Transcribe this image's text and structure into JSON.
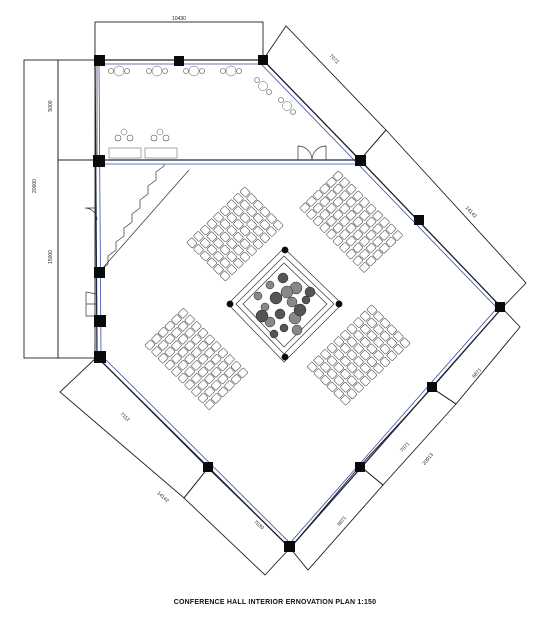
{
  "caption": "CONFERENCE HALL INTERIOR ERNOVATION PLAN 1:150",
  "dimensions": {
    "top_width": "10430",
    "left_total": "20000",
    "left_upper": "5000",
    "left_lower": "15000",
    "top_right_a": "7072",
    "top_right_b": "14142",
    "bottom_left_a": "7112",
    "bottom_left_b": "14142",
    "bottom_left_c": "7030",
    "bottom_right_a": "6871",
    "bottom_right_b": "7071",
    "bottom_right_c": "20913",
    "bottom_right_d": "6871"
  },
  "colors": {
    "wall": "#1f2a44",
    "glass_line": "#3a4aa8",
    "column": "#0a0a0a"
  }
}
